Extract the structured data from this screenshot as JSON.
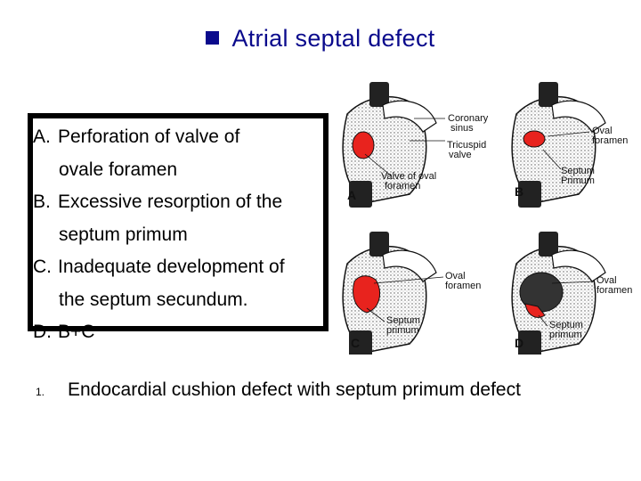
{
  "slide": {
    "title": "Atrial septal defect"
  },
  "options": [
    {
      "key": "A.",
      "line1": "Perforation of valve of",
      "line2": "ovale foramen"
    },
    {
      "key": "B.",
      "line1": "Excessive resorption of the",
      "line2": "septum primum"
    },
    {
      "key": "C.",
      "line1": "Inadequate development of",
      "line2": "the septum secundum."
    },
    {
      "key": "D.",
      "line1": "B+C",
      "line2": ""
    }
  ],
  "footnote": {
    "number": "1.",
    "text": "Endocardial cushion defect with septum primum defect"
  },
  "figures": {
    "a": {
      "letter": "A",
      "labels": [
        "Coronary",
        "sinus",
        "Tricuspid",
        "valve",
        "Valve of oval",
        "foramen"
      ]
    },
    "b": {
      "letter": "B",
      "labels": [
        "Oval",
        "foramen",
        "Septum",
        "Primum"
      ]
    },
    "c": {
      "letter": "C",
      "labels": [
        "Oval",
        "foramen",
        "Septum",
        "primum"
      ]
    },
    "d": {
      "letter": "D",
      "labels": [
        "Oval",
        "foramen",
        "Septum",
        "primum"
      ]
    }
  },
  "colors": {
    "title": "#0a0a8c",
    "defect": "#e8231e"
  }
}
